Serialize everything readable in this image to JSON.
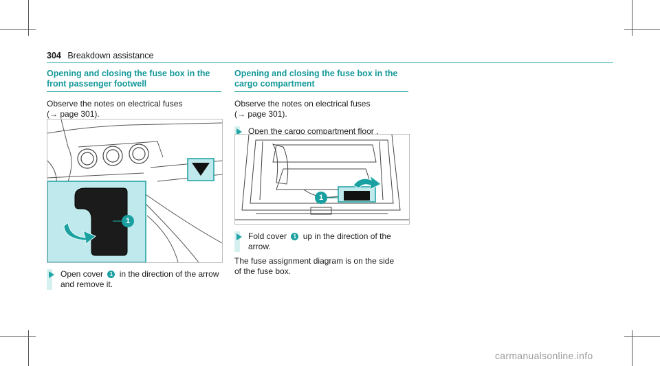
{
  "header": {
    "page_number": "304",
    "section": "Breakdown assistance"
  },
  "left": {
    "heading": "Opening and closing the fuse box in the front passenger footwell",
    "observe": "Observe the notes on electrical fuses",
    "ref": "(→ page 301).",
    "step": {
      "before": "Open cover",
      "badge": "1",
      "after": "in the direction of the arrow",
      "line2": "and remove it."
    },
    "callout": "1"
  },
  "right": {
    "heading": "Opening and closing the fuse box in the cargo compartment",
    "observe": "Observe the notes on electrical fuses",
    "ref": "(→ page 301).",
    "step1": "Open the cargo compartment floor .",
    "step2": {
      "before": "Fold cover",
      "badge": "1",
      "after": "up in the direction of the",
      "line2": "arrow."
    },
    "note": "The fuse assignment diagram is on the side of the fuse box.",
    "callout": "1"
  },
  "watermark": "carmanualsonline.info",
  "colors": {
    "accent": "#14999a",
    "highlight": "#bfe9ec",
    "bullet": "#23a5a6"
  }
}
